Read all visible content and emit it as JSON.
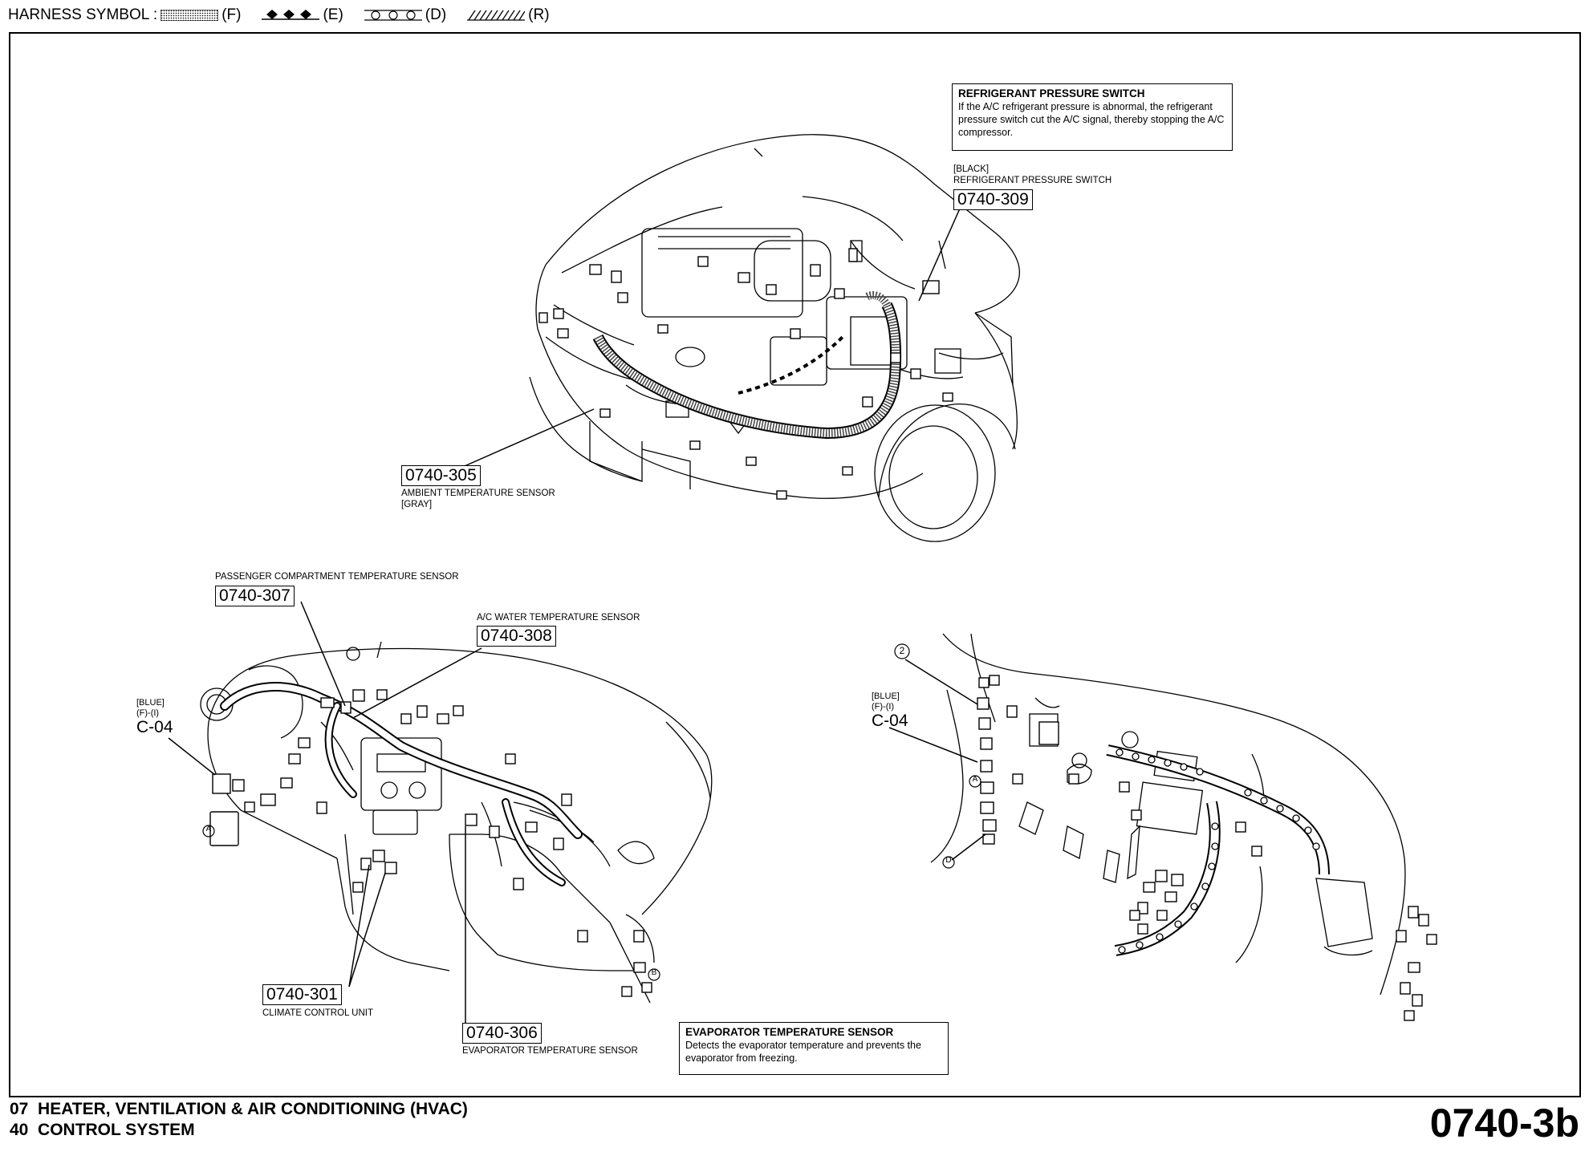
{
  "legend": {
    "title": "HARNESS SYMBOL :",
    "items": [
      {
        "code": "(F)",
        "symbol": "dotted-band"
      },
      {
        "code": "(E)",
        "symbol": "diamond-chain"
      },
      {
        "code": "(D)",
        "symbol": "circle-chain"
      },
      {
        "code": "(R)",
        "symbol": "hatched-band"
      }
    ]
  },
  "refrigerant_note": {
    "title": "REFRIGERANT PRESSURE SWITCH",
    "body": "If the A/C refrigerant pressure is abnormal, the refrigerant pressure switch cut the A/C signal, thereby stopping the A/C compressor."
  },
  "callouts": {
    "c309": {
      "color": "[BLACK]",
      "name": "REFRIGERANT PRESSURE SWITCH",
      "code": "0740-309"
    },
    "c305": {
      "code": "0740-305",
      "name": "AMBIENT TEMPERATURE SENSOR",
      "color": "[GRAY]"
    },
    "c307": {
      "name": "PASSENGER COMPARTMENT TEMPERATURE SENSOR",
      "code": "0740-307"
    },
    "c308": {
      "name": "A/C WATER TEMPERATURE SENSOR",
      "code": "0740-308"
    },
    "c301": {
      "code": "0740-301",
      "name": "CLIMATE CONTROL UNIT"
    },
    "c306": {
      "code": "0740-306",
      "name": "EVAPORATOR TEMPERATURE SENSOR"
    }
  },
  "connectors": {
    "left": {
      "color": "[BLUE]",
      "pins": "(F)-(I)",
      "id": "C-04"
    },
    "right": {
      "color": "[BLUE]",
      "pins": "(F)-(I)",
      "id": "C-04"
    }
  },
  "markers": {
    "a_left": "A",
    "b_left": "B",
    "two_right": "2",
    "a_right": "A",
    "d_right": "D"
  },
  "evaporator_note": {
    "title": "EVAPORATOR TEMPERATURE SENSOR",
    "body": "Detects the evaporator temperature and prevents the evaporator from freezing."
  },
  "footer": {
    "line1": "07  HEATER, VENTILATION & AIR CONDITIONING (HVAC)",
    "line2": "40  CONTROL SYSTEM",
    "page": "0740-3b"
  }
}
